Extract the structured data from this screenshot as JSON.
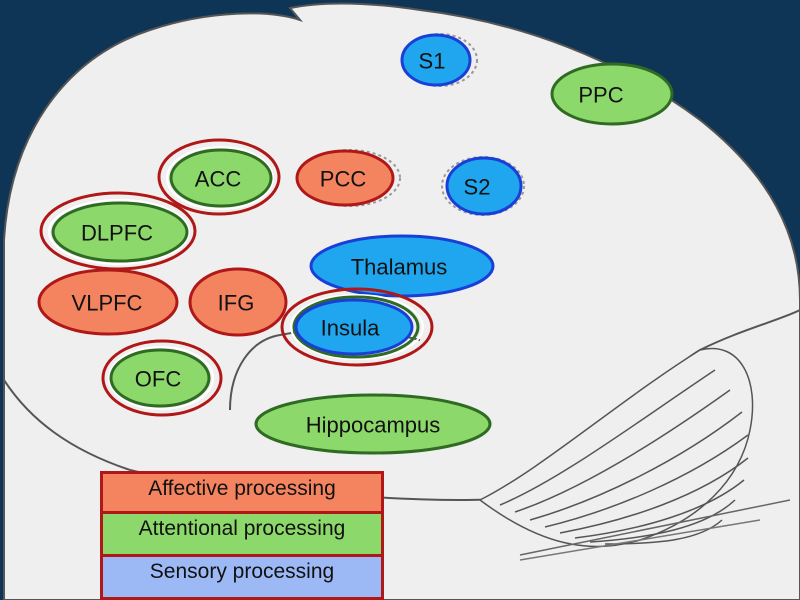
{
  "colors": {
    "affective": "#f4845f",
    "attentional": "#8dd86b",
    "sensory": "#1fa6ef",
    "affective_border": "#b01818",
    "attentional_border": "#2f6b22",
    "sensory_border": "#1a3fd6",
    "background": "#0f3556",
    "brain_fill": "#efefef",
    "brain_outline": "#555555"
  },
  "regions": {
    "s1": "S1",
    "ppc": "PPC",
    "acc": "ACC",
    "pcc": "PCC",
    "s2": "S2",
    "dlpfc": "DLPFC",
    "thalamus": "Thalamus",
    "vlpfc": "VLPFC",
    "ifg": "IFG",
    "insula": "Insula",
    "ofc": "OFC",
    "hippocampus": "Hippocampus"
  },
  "legend": {
    "affective": {
      "label": "Affective processing",
      "fill": "#f4845f",
      "border": "#b01818"
    },
    "attentional": {
      "label": "Attentional processing",
      "fill": "#8dd86b",
      "border": "#b01818"
    },
    "sensory": {
      "label": "Sensory processing",
      "fill": "#9cb9f5",
      "border": "#b01818"
    }
  }
}
